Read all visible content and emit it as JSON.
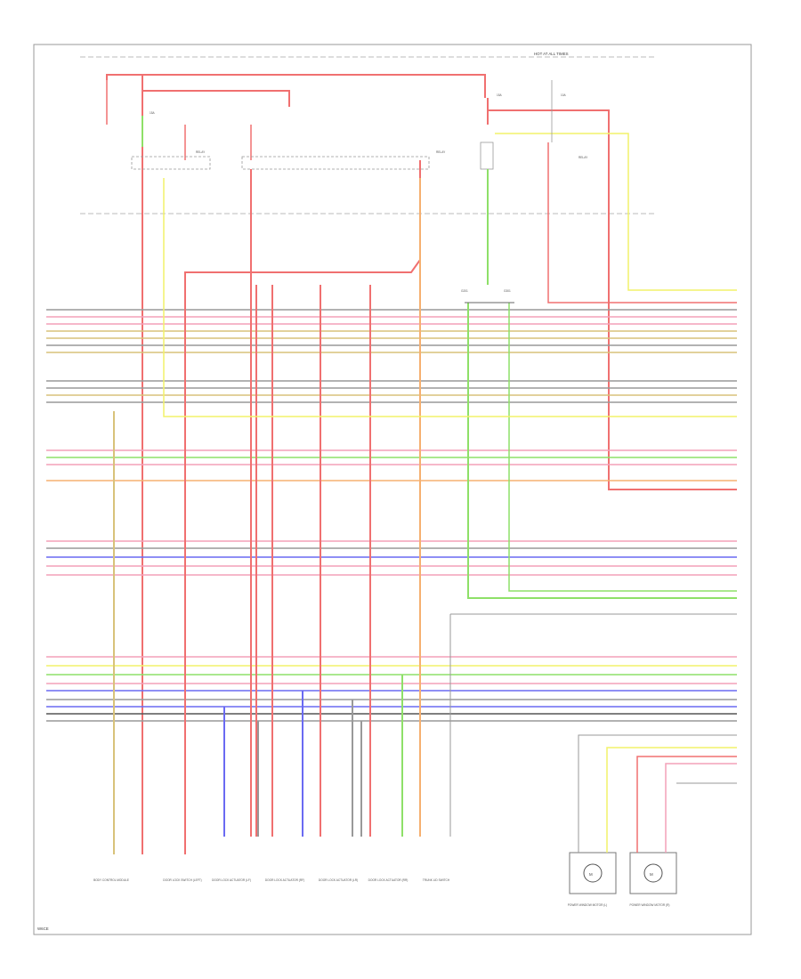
{
  "diagram": {
    "footer_code": "W6CE",
    "top_bus": "HOT AT ALL TIMES",
    "fuses": {
      "fuse_a": "15A",
      "fuse_b": "15A",
      "fuse_c": "10A"
    },
    "relays": {
      "left": "RELAY",
      "mid": "RELAY",
      "right": "RELAY"
    },
    "ground_labels": [
      "G201",
      "G301"
    ],
    "bottom_components": [
      "BODY CONTROL MODULE",
      "DOOR LOCK SWITCH (LEFT)",
      "DOOR LOCK ACTUATOR (LF)",
      "DOOR LOCK ACTUATOR (RF)",
      "DOOR LOCK ACTUATOR (LR)",
      "DOOR LOCK ACTUATOR (RR)",
      "TRUNK LID SWITCH",
      "POWER WINDOW MOTOR (L)",
      "POWER WINDOW MOTOR (R)"
    ],
    "wire_colors": {
      "red": "#f07070",
      "pink": "#f4a0b8",
      "yellow": "#f2f26a",
      "green": "#8ee068",
      "orange": "#f6b070",
      "blue": "#6a6af2",
      "tan": "#d8c27a",
      "gray": "#999999",
      "black": "#555555"
    }
  }
}
